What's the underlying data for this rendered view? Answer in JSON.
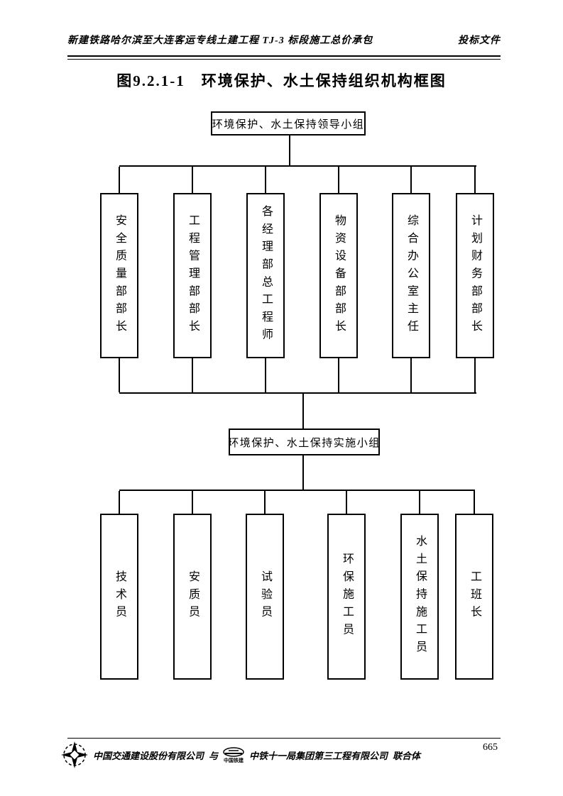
{
  "header": {
    "left": "新建铁路哈尔滨至大连客运专线土建工程 TJ-3 标段施工总价承包",
    "right": "投标文件"
  },
  "title": "图9.2.1-1　环境保护、水土保持组织机构框图",
  "chart": {
    "leader_group": "环境保护、水土保持领导小组",
    "implement_group": "环境保护、水土保持实施小组",
    "departments": [
      "安全质量部部长",
      "工程管理部部长",
      "各经理部总工程师",
      "物资设备部部长",
      "综合办公室主任",
      "计划财务部部长"
    ],
    "staff": [
      "技术员",
      "安质员",
      "试验员",
      "环保施工员",
      "水土保持施工员",
      "工班长"
    ]
  },
  "footer": {
    "company_left": "中国交通建设股份有限公司",
    "joiner": "与",
    "company_right": "中铁十一局集团第三工程有限公司",
    "suffix": "联合体",
    "crcc_logo_caption": "中国铁建",
    "page_number": "665"
  }
}
